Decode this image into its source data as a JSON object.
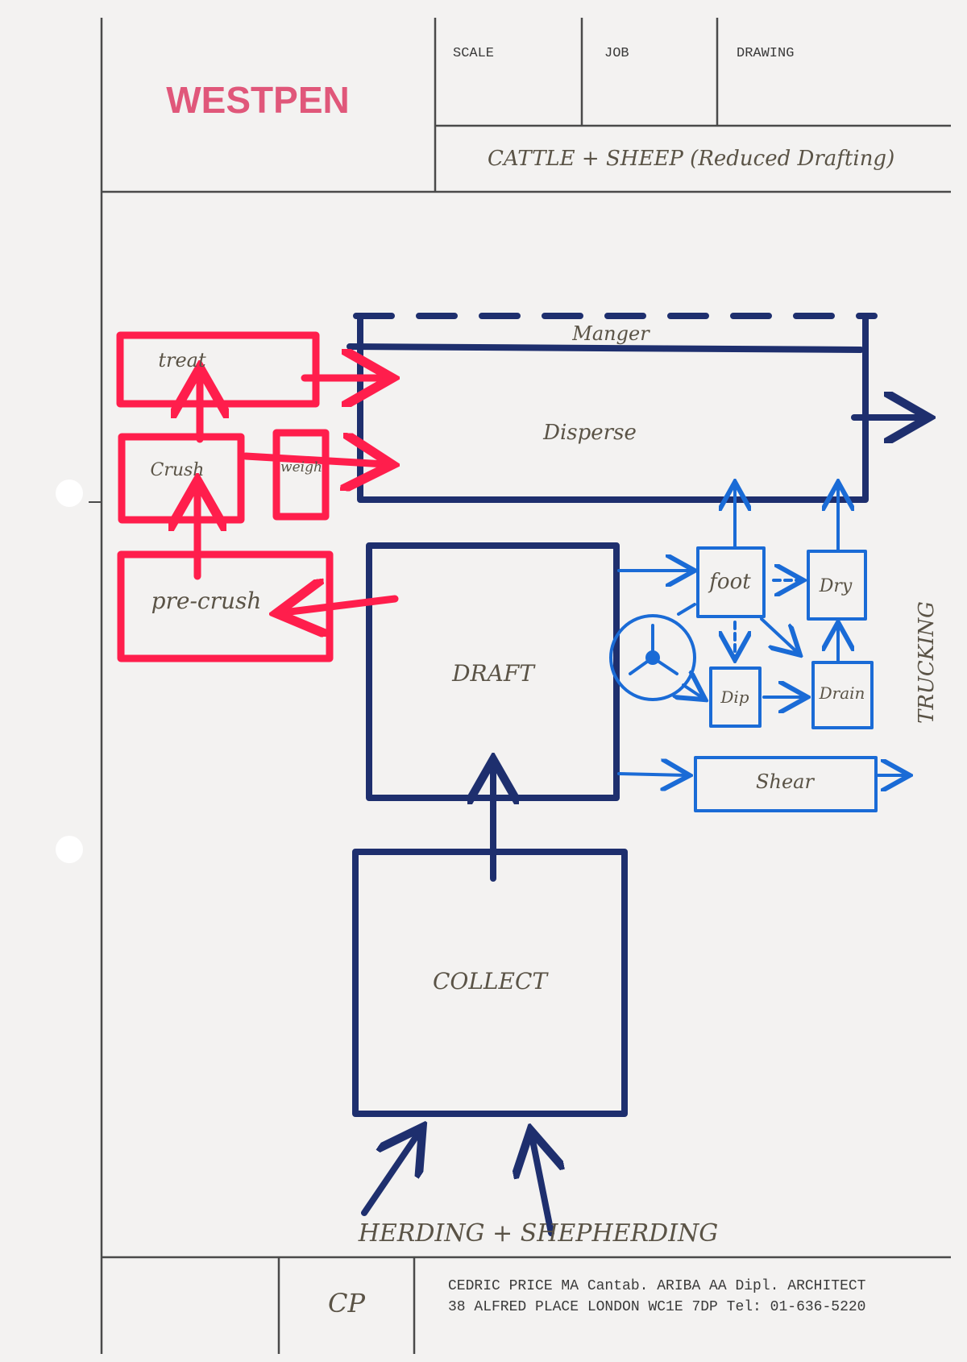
{
  "title_block": {
    "stamp": "WESTPEN",
    "scale_label": "SCALE",
    "job_label": "JOB",
    "drawing_label": "DRAWING",
    "drawing_title": "CATTLE + SHEEP (Reduced Drafting)"
  },
  "diagram": {
    "manger": "Manger",
    "disperse": "Disperse",
    "draft": "DRAFT",
    "collect": "COLLECT",
    "treat": "treat",
    "crush": "Crush",
    "weigh": "weigh",
    "pre_crush": "pre-crush",
    "foot": "foot",
    "dry": "Dry",
    "dip": "Dip",
    "drain": "Drain",
    "shear": "Shear",
    "trucking": "TRUCKING",
    "herding": "HERDING + SHEPHERDING"
  },
  "footer": {
    "initials": "CP",
    "architect_line": "CEDRIC PRICE MA Cantab. ARIBA AA Dipl. ARCHITECT",
    "address_line": "38 ALFRED PLACE LONDON WC1E 7DP Tel: 01-636-5220"
  },
  "colors": {
    "navy": "#1e2f6e",
    "blue": "#1a6bd6",
    "red": "#ff1e4c",
    "frame": "#4a4a4a"
  }
}
